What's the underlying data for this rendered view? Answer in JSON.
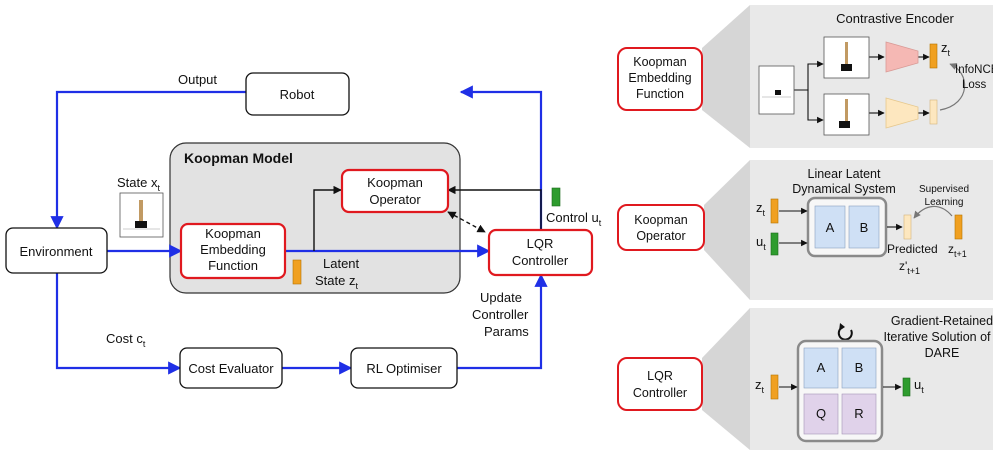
{
  "colors": {
    "flow_arrow": "#1f2fe6",
    "black_arrow": "#111111",
    "highlight_border": "#e0191f",
    "model_bg": "#e2e2e2",
    "panel_bg": "#e9e9e9",
    "callout_bg": "#d6d6d6",
    "latent_bar": "#f0a020",
    "control_bar": "#2e9c2e",
    "matrix_ab": "#cfe0f5",
    "matrix_qr": "#e0d2ea"
  },
  "main": {
    "robot": "Robot",
    "output": "Output",
    "environment": "Environment",
    "state_label": "State x",
    "state_sub": "t",
    "model_title": "Koopman Model",
    "embedding": [
      "Koopman",
      "Embedding",
      "Function"
    ],
    "operator": [
      "Koopman",
      "Operator"
    ],
    "lqr": [
      "LQR",
      "Controller"
    ],
    "latent": [
      "Latent",
      "State z"
    ],
    "latent_sub": "t",
    "control_label": "Control u",
    "control_sub": "t",
    "update": [
      "Update",
      "Controller",
      "Params"
    ],
    "cost_label": "Cost c",
    "cost_sub": "t",
    "cost_evaluator": "Cost Evaluator",
    "rl_optimiser": "RL Optimiser"
  },
  "panels": {
    "embedding": {
      "label": [
        "Koopman",
        "Embedding",
        "Function"
      ],
      "title": "Contrastive Encoder",
      "z": "z",
      "z_sub": "t",
      "loss": [
        "InfoNCE",
        "Loss"
      ]
    },
    "operator": {
      "label": [
        "Koopman",
        "Operator"
      ],
      "title": [
        "Linear Latent",
        "Dynamical System"
      ],
      "z": "z",
      "z_sub": "t",
      "u": "u",
      "u_sub": "t",
      "a": "A",
      "b": "B",
      "supervised": [
        "Supervised",
        "Learning"
      ],
      "predicted": [
        "Predicted",
        "z'"
      ],
      "predicted_sub": "t+1",
      "z_next": "z",
      "z_next_sub": "t+1"
    },
    "lqr": {
      "label": [
        "LQR",
        "Controller"
      ],
      "title": [
        "Gradient-Retained",
        "Iterative Solution of",
        "DARE"
      ],
      "z": "z",
      "z_sub": "t",
      "u": "u",
      "u_sub": "t",
      "a": "A",
      "b": "B",
      "q": "Q",
      "r": "R"
    }
  }
}
